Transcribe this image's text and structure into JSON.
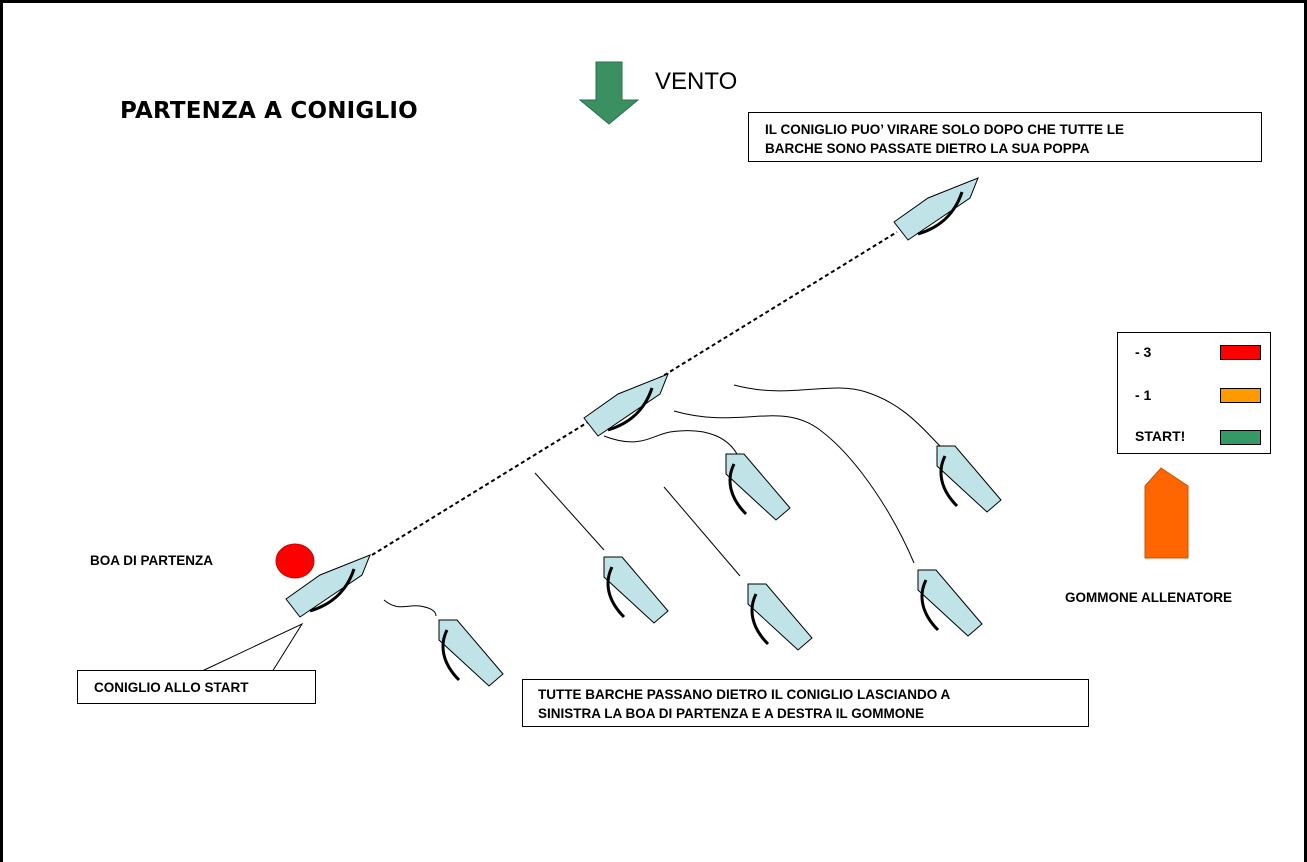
{
  "title": "PARTENZA A CONIGLIO",
  "wind": {
    "label": "VENTO",
    "color": "#3a9060"
  },
  "callouts": {
    "rabbit_tack": {
      "line1": "IL CONIGLIO PUO’ VIRARE SOLO DOPO CHE TUTTE LE",
      "line2": "BARCHE SONO PASSATE DIETRO LA SUA POPPA"
    },
    "rabbit_start": "CONIGLIO ALLO START",
    "boats_pass": {
      "line1": "TUTTE BARCHE PASSANO DIETRO IL CONIGLIO LASCIANDO A",
      "line2": "SINISTRA LA BOA DI PARTENZA E A DESTRA IL GOMMONE"
    }
  },
  "labels": {
    "start_buoy": "BOA DI PARTENZA",
    "coach_boat": "GOMMONE ALLENATORE"
  },
  "legend": [
    {
      "label": "- 3",
      "color": "#ff0000"
    },
    {
      "label": "- 1",
      "color": "#ff9900"
    },
    {
      "label": "START!",
      "color": "#339966"
    }
  ],
  "colors": {
    "boat_fill": "#bfe3e6",
    "buoy": "#ff0000",
    "coach_boat": "#ff6600"
  }
}
